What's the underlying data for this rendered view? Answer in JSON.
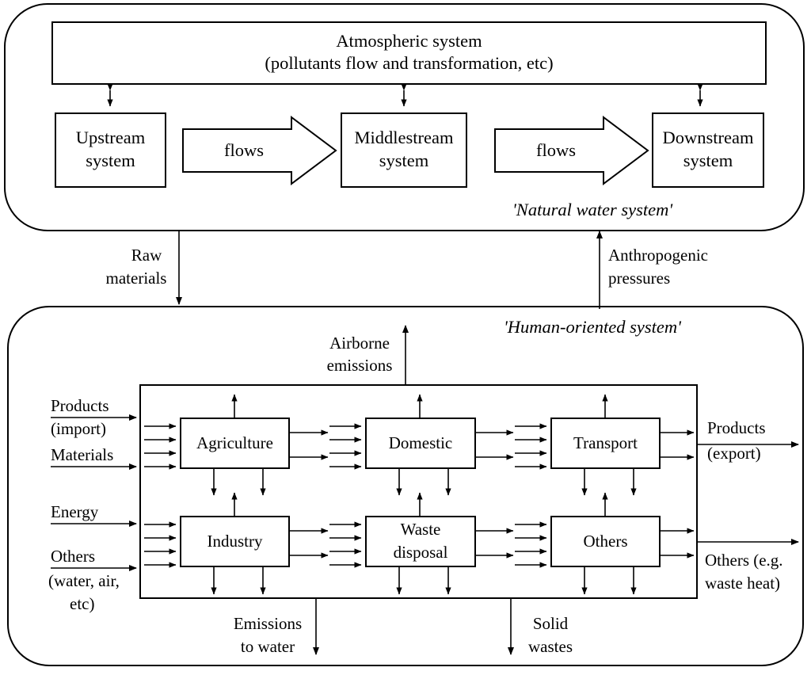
{
  "diagram": {
    "title_natural": "'Natural water system'",
    "title_human": "'Human-oriented system'"
  },
  "natural_water_system": {
    "atmospheric": {
      "line1": "Atmospheric system",
      "line2": "(pollutants flow and transformation, etc)"
    },
    "stages": [
      {
        "line1": "Upstream",
        "line2": "system"
      },
      {
        "line1": "Middlestream",
        "line2": "system"
      },
      {
        "line1": "Downstream",
        "line2": "system"
      }
    ],
    "flow_arrows": [
      {
        "label": "flows"
      },
      {
        "label": "flows"
      }
    ]
  },
  "inter_system_flows": [
    {
      "name": "raw-materials",
      "line1": "Raw",
      "line2": "materials",
      "direction": "down"
    },
    {
      "name": "anthropogenic-pressures",
      "line1": "Anthropogenic",
      "line2": "pressures",
      "direction": "up"
    }
  ],
  "human_oriented_system": {
    "airborne": {
      "line1": "Airborne",
      "line2": "emissions"
    },
    "inputs": [
      {
        "line1": "Products",
        "line2": "(import)"
      },
      {
        "line1": "Materials",
        "line2": ""
      },
      {
        "line1": "Energy",
        "line2": ""
      },
      {
        "line1": "Others",
        "line2": "(water, air,",
        "line3": "etc)"
      }
    ],
    "sectors": [
      {
        "line1": "Agriculture",
        "line2": ""
      },
      {
        "line1": "Domestic",
        "line2": ""
      },
      {
        "line1": "Transport",
        "line2": ""
      },
      {
        "line1": "Industry",
        "line2": ""
      },
      {
        "line1": "Waste",
        "line2": "disposal"
      },
      {
        "line1": "Others",
        "line2": ""
      }
    ],
    "outputs": [
      {
        "line1": "Products",
        "line2": "(export)"
      },
      {
        "line1": "Others (e.g.",
        "line2": "waste heat)"
      }
    ],
    "bottom_flows": [
      {
        "line1": "Emissions",
        "line2": "to water"
      },
      {
        "line1": "Solid",
        "line2": "wastes"
      }
    ]
  },
  "colors": {
    "stroke": "#000000",
    "background": "#ffffff"
  }
}
